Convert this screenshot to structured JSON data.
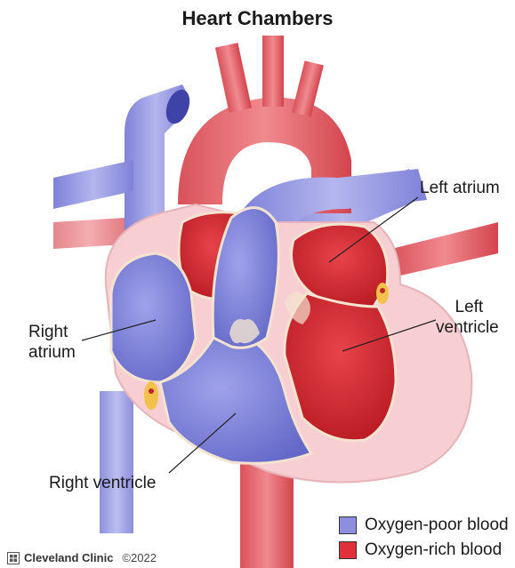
{
  "title": "Heart Chambers",
  "labels": {
    "left_atrium": "Left atrium",
    "left_ventricle_line1": "Left",
    "left_ventricle_line2": "ventricle",
    "right_atrium_line1": "Right",
    "right_atrium_line2": "atrium",
    "right_ventricle": "Right ventricle"
  },
  "legend": [
    {
      "label": "Oxygen-poor blood",
      "color": "#8e8ee0"
    },
    {
      "label": "Oxygen-rich blood",
      "color": "#e0303a"
    }
  ],
  "footer": {
    "brand": "Cleveland Clinic",
    "copyright": "©2022"
  },
  "colors": {
    "oxygen_poor": "#8e8ee0",
    "oxygen_rich": "#e0303a",
    "wall": "#f7cfd2"
  }
}
